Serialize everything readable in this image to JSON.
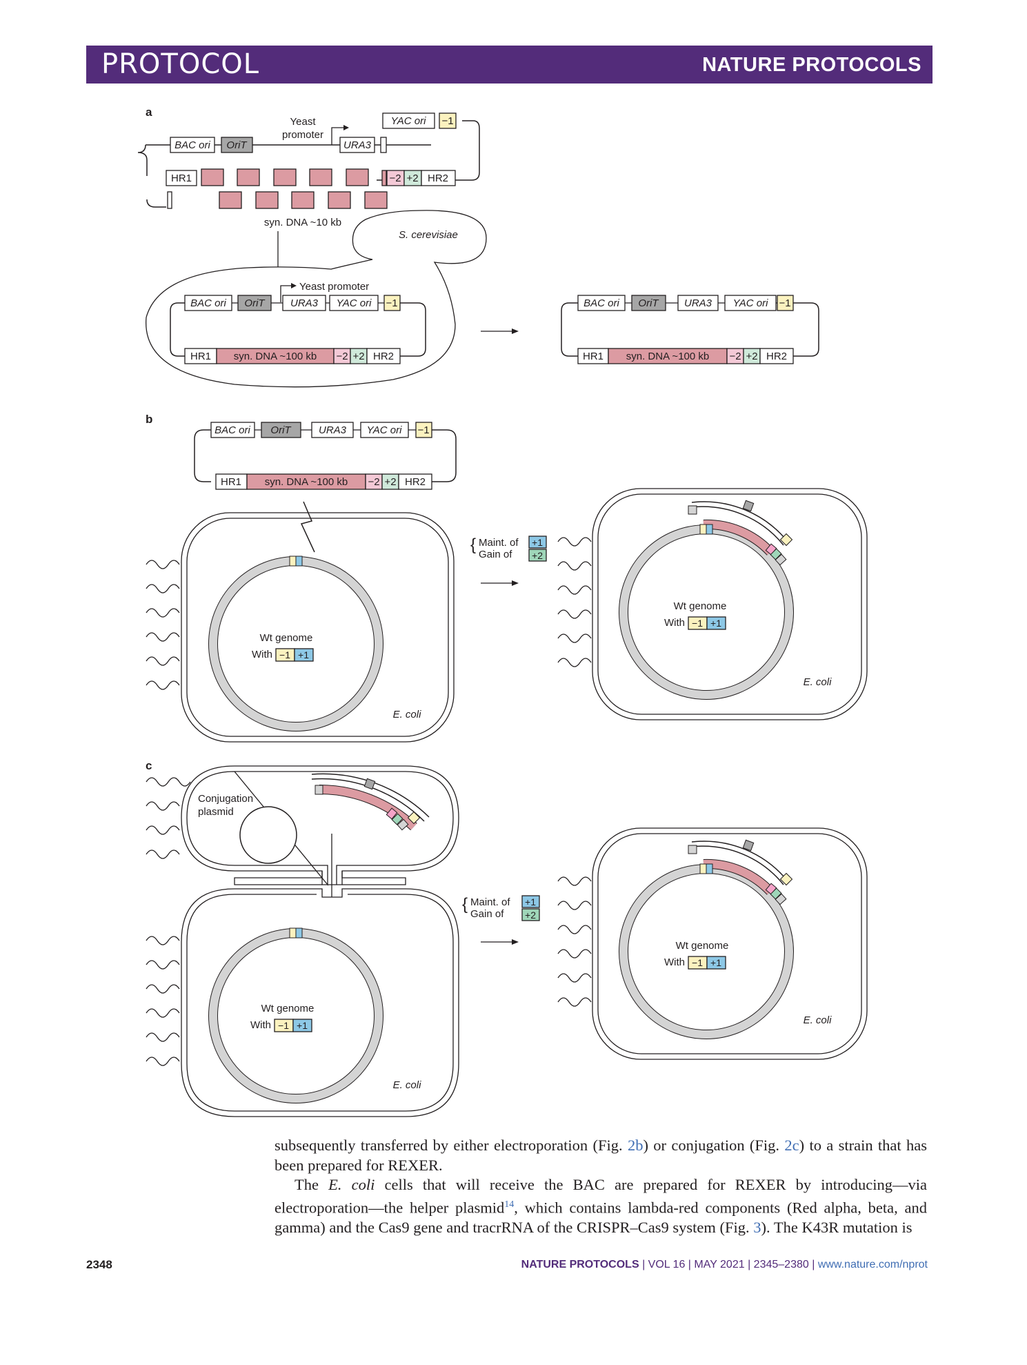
{
  "header": {
    "section": "PROTOCOL",
    "journal": "NATURE PROTOCOLS"
  },
  "figure": {
    "panel_labels": [
      "a",
      "b",
      "c"
    ],
    "bac_ori": "BAC ori",
    "orit": "OriT",
    "ura3": "URA3",
    "yac_ori": "YAC ori",
    "minus1": "−1",
    "minus2": "−2",
    "plus1": "+1",
    "plus2": "+2",
    "hr1": "HR1",
    "hr2": "HR2",
    "yeast_promoter_line1": "Yeast",
    "yeast_promoter_line2": "promoter",
    "yeast_promoter": "Yeast promoter",
    "syn_dna_10kb": "syn. DNA ~10 kb",
    "syn_dna_100kb": "syn. DNA ~100 kb",
    "s_cerevisiae": "S. cerevisiae",
    "wt_genome": "Wt genome",
    "with": "With",
    "e_coli": "E. coli",
    "maint_of": "Maint. of",
    "gain_of": "Gain of",
    "conjugation_line1": "Conjugation",
    "conjugation_line2": "plasmid"
  },
  "body": {
    "p1_a": "subsequently transferred by either electroporation (Fig. ",
    "p1_ref1": "2b",
    "p1_b": ") or conjugation (Fig. ",
    "p1_ref2": "2c",
    "p1_c": ") to a strain that has been prepared for REXER.",
    "p2_a": "The ",
    "p2_ecoli": "E. coli",
    "p2_b": " cells that will receive the BAC are prepared for REXER by introducing—via electroporation—the helper plasmid",
    "p2_ref": "14",
    "p2_c": ", which contains lambda-red components (Red alpha, beta, and gamma) and the Cas9 gene and tracrRNA of the CRISPR–Cas9 system (Fig. ",
    "p2_ref2": "3",
    "p2_d": "). The K43R mutation is"
  },
  "footer": {
    "page": "2348",
    "journal": "NATURE PROTOCOLS",
    "vol": "VOL 16",
    "date": "MAY 2021",
    "pages": "2345–2380",
    "url": "www.nature.com/nprot"
  },
  "colors": {
    "banner": "#532c7a",
    "pink": "#dc9ba2",
    "yellow": "#fbf2bf",
    "blue": "#8dc8e6",
    "green": "#9fd6b9",
    "gray": "#a6a6a6",
    "light_pink": "#f4c9d6",
    "light_green": "#cfe9da"
  }
}
